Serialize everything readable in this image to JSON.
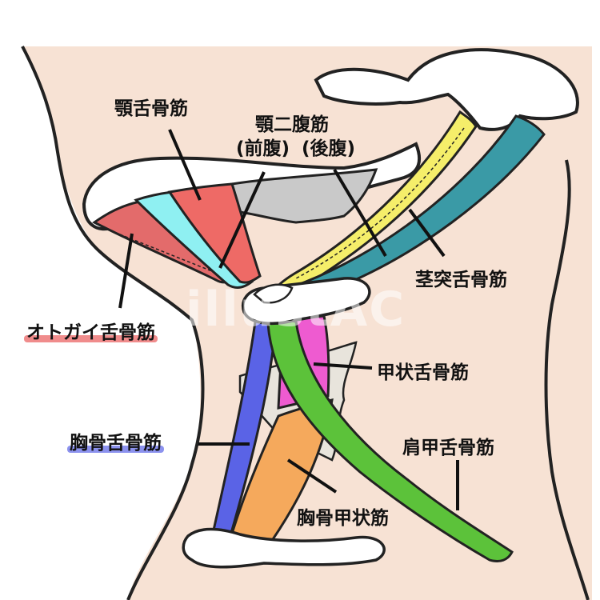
{
  "labels": {
    "mylohyoid": "顎舌骨筋",
    "digastric": "顎二腹筋",
    "digastric_anterior": "(前腹)",
    "digastric_posterior": "(後腹)",
    "stylohyoid": "茎突舌骨筋",
    "geniohyoid": "オトガイ舌骨筋",
    "thyrohyoid": "甲状舌骨筋",
    "sternohyoid": "胸骨舌骨筋",
    "omohyoid": "肩甲舌骨筋",
    "sternothyroid": "胸骨甲状筋"
  },
  "watermark": "illustAC",
  "colors": {
    "skin": "#f7e2d4",
    "bone": "#ffffff",
    "bone_shade": "#c9c9c9",
    "geniohyoid": "#e36b6b",
    "digastric_anterior": "#8ff0f2",
    "mylohyoid": "#ee6a66",
    "digastric_posterior": "#3a9aa6",
    "stylohyoid": "#f5ee6a",
    "thyrohyoid": "#ee5bd0",
    "sternohyoid": "#5a63e6",
    "sternothyroid": "#f5a95c",
    "omohyoid": "#5cc23a",
    "cartilage": "#e8e4dc"
  }
}
